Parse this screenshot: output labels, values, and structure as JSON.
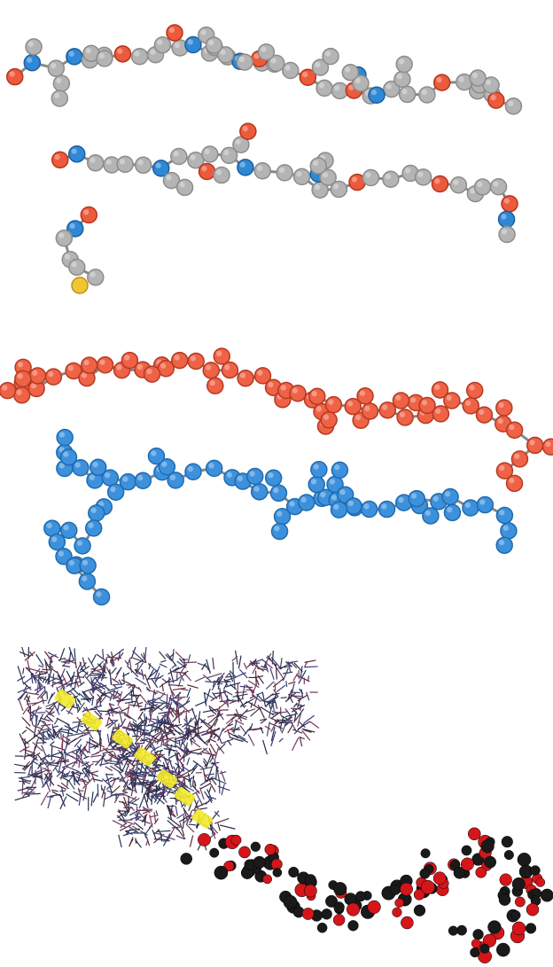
{
  "figure": {
    "panels": [
      {
        "id": "ball-and-stick-atoms",
        "style": "ball-and-stick, colored by element"
      },
      {
        "id": "ball-and-stick-strands",
        "style": "ball-and-stick, colored by strand"
      },
      {
        "id": "wireframe-and-spacefill",
        "style": "wireframe with ribbon, plus space-filling"
      }
    ]
  },
  "colors": {
    "carbon": "#b4b4b4",
    "carbon_stroke": "#8c8c8c",
    "oxygen": "#ec5a3c",
    "oxygen_stroke": "#b8331c",
    "nitrogen": "#2f88d6",
    "nitrogen_stroke": "#1a5f9e",
    "sulfur": "#f0c531",
    "strand_red": "#ef6246",
    "strand_blue": "#3d91dc",
    "ribbon_yellow": "#f2ea2a",
    "spacefill_black": "#1a1a1a",
    "spacefill_red": "#d4161a",
    "bond": "#888888"
  }
}
